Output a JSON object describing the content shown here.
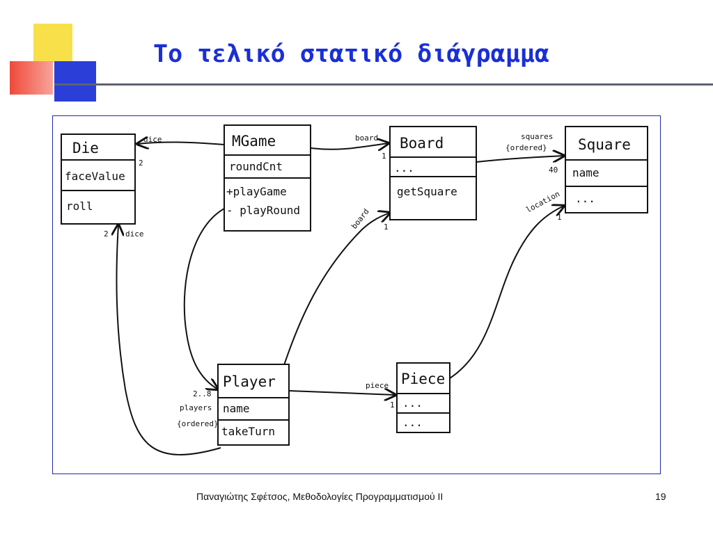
{
  "slide": {
    "title": "Το τελικό στατικό διάγραμμα",
    "footer": "Παναγιώτης Σφέτσος,  Μεθοδολογίες Προγραμματισμού ΙΙ",
    "page_number": "19"
  },
  "colors": {
    "title": "#1a2fd6",
    "accent_yellow": "#f8e04a",
    "accent_red": "#ef4a3a",
    "accent_blue": "#2b3fd8",
    "frame_border": "#1b2aa8",
    "rule": "#5c6470"
  },
  "diagram": {
    "classes": {
      "die": {
        "name": "Die",
        "attributes": [
          "faceValue"
        ],
        "operations": [
          "roll"
        ]
      },
      "mgame": {
        "name": "MGame",
        "attributes": [
          "roundCnt"
        ],
        "operations": [
          "+playGame",
          "- playRound"
        ]
      },
      "board": {
        "name": "Board",
        "attributes": [
          "..."
        ],
        "operations": [
          "getSquare"
        ]
      },
      "square": {
        "name": "Square",
        "attributes": [
          "name"
        ],
        "operations": [
          "..."
        ]
      },
      "player": {
        "name": "Player",
        "attributes": [
          "name"
        ],
        "operations": [
          "takeTurn"
        ]
      },
      "piece": {
        "name": "Piece",
        "attributes": [
          "..."
        ],
        "operations": [
          "..."
        ]
      }
    },
    "associations": {
      "mgame_die": {
        "role": "dice",
        "multiplicity": "2"
      },
      "mgame_board": {
        "role": "board",
        "multiplicity": "1"
      },
      "board_square": {
        "role": "squares",
        "constraint": "{ordered}",
        "multiplicity": "40"
      },
      "player_board": {
        "role": "board",
        "multiplicity": "1"
      },
      "piece_square": {
        "role": "location",
        "multiplicity": "1"
      },
      "player_die": {
        "role": "dice",
        "multiplicity": "2"
      },
      "mgame_player": {
        "role": "players",
        "constraint": "{ordered}",
        "multiplicity": "2..8"
      },
      "player_piece": {
        "role": "piece",
        "multiplicity": "1"
      }
    }
  }
}
